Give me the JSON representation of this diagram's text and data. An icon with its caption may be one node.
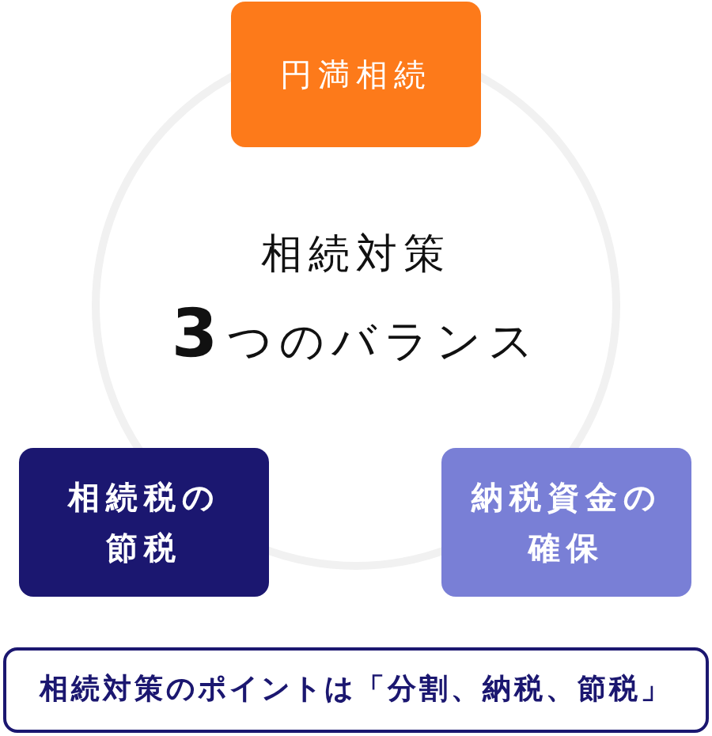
{
  "diagram": {
    "nodes": [
      {
        "text": [
          "相続対策",
          "**3**つのバランス"
        ]
      },
      {
        "text": [
          "円満相続"
        ]
      },
      {
        "text": [
          "相続税の節税"
        ]
      },
      {
        "text": [
          "納税資金の確保"
        ]
      },
      {
        "text": [
          "相続対策のポイントは「分割、納税、節税」"
        ]
      }
    ]
  }
}
